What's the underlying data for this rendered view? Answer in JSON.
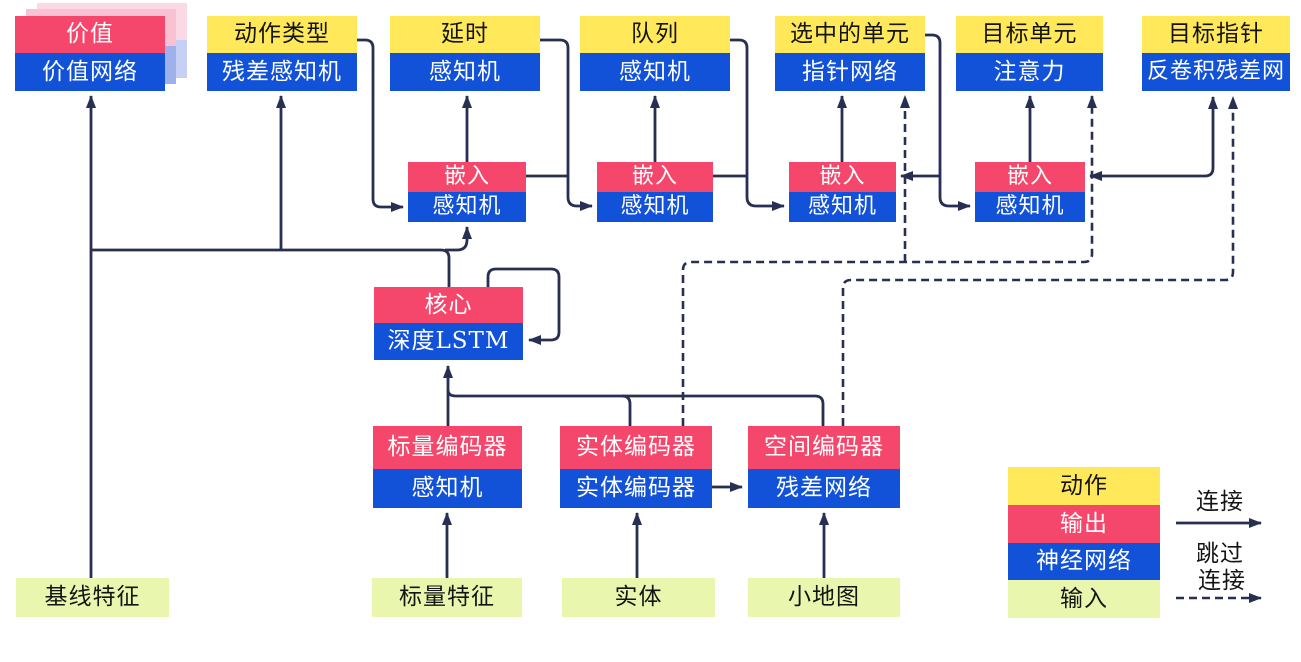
{
  "diagram": {
    "title_semantic": "AlphaStar-style agent architecture (Chinese)",
    "colors": {
      "action_yellow": "#ffe95a",
      "output_red": "#f4476b",
      "network_blue": "#1252d8",
      "input_green": "#e9f7ae",
      "line_navy": "#272f52",
      "ghost_pink_near": "#f9c2d3",
      "ghost_blue_near": "#9fb1ea",
      "ghost_pink_far": "#fbd9e4",
      "ghost_blue_far": "#c6d0f4"
    },
    "top_row": [
      {
        "top": "价值",
        "bottom": "价值网络"
      },
      {
        "top": "动作类型",
        "bottom": "残差感知机"
      },
      {
        "top": "延时",
        "bottom": "感知机"
      },
      {
        "top": "队列",
        "bottom": "感知机"
      },
      {
        "top": "选中的单元",
        "bottom": "指针网络"
      },
      {
        "top": "目标单元",
        "bottom": "注意力"
      },
      {
        "top": "目标指针",
        "bottom": "反卷积残差网"
      }
    ],
    "embed_row": [
      {
        "top": "嵌入",
        "bottom": "感知机"
      },
      {
        "top": "嵌入",
        "bottom": "感知机"
      },
      {
        "top": "嵌入",
        "bottom": "感知机"
      },
      {
        "top": "嵌入",
        "bottom": "感知机"
      }
    ],
    "core": {
      "top": "核心",
      "bottom": "深度LSTM"
    },
    "encoders": [
      {
        "top": "标量编码器",
        "bottom": "感知机"
      },
      {
        "top": "实体编码器",
        "bottom": "实体编码器"
      },
      {
        "top": "空间编码器",
        "bottom": "残差网络"
      }
    ],
    "inputs": [
      "基线特征",
      "标量特征",
      "实体",
      "小地图"
    ],
    "legend": {
      "rows": [
        "动作",
        "输出",
        "神经网络",
        "输入"
      ],
      "solid_label": "连接",
      "skip_label_1": "跳过",
      "skip_label_2": "连接"
    }
  }
}
